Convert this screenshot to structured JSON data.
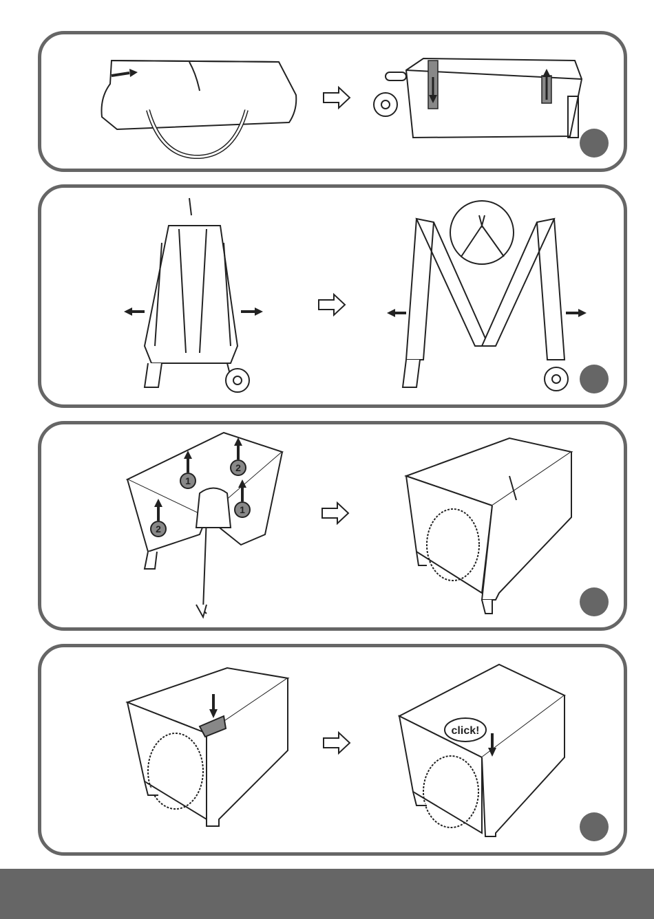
{
  "steps": [
    {
      "id": "step-1",
      "content": "unpack-bag-and-unstrap-cot"
    },
    {
      "id": "step-2",
      "content": "pull-frame-apart"
    },
    {
      "id": "step-3",
      "content": "raise-top-rails",
      "markers": [
        "1",
        "2",
        "1",
        "2"
      ]
    },
    {
      "id": "step-4",
      "content": "press-floor-center-down",
      "callout": "click!"
    }
  ],
  "colors": {
    "frame": "#666666",
    "line": "#222222",
    "fill": "#ffffff",
    "accent": "#777777"
  },
  "icons": [
    "right-outline-arrow-icon",
    "left-arrow-icon",
    "right-arrow-icon",
    "up-arrow-icon",
    "down-arrow-icon"
  ]
}
